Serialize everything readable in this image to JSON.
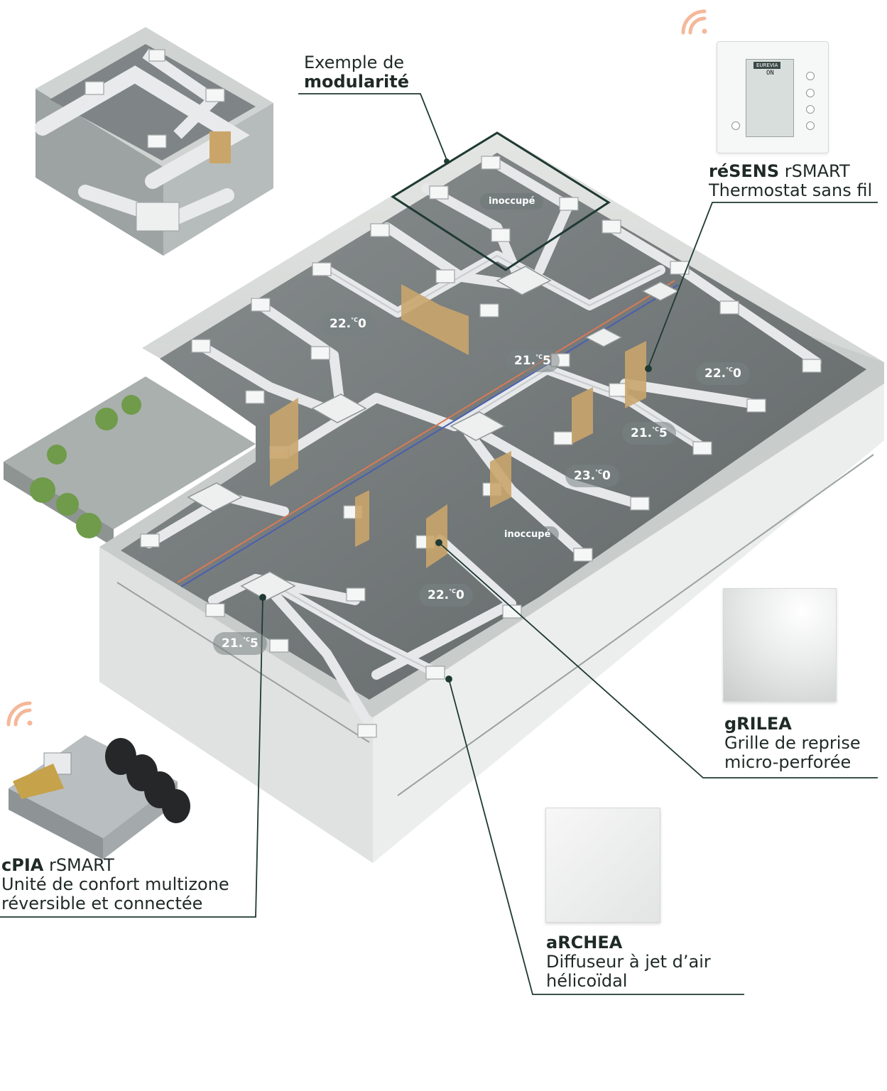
{
  "labels": {
    "modularite": {
      "line1": "Exemple de",
      "line2": "modularité"
    },
    "resens": {
      "name_bold": "réSENS",
      "name_rest": " rSMART",
      "desc": "Thermostat sans fil"
    },
    "grilea": {
      "name_bold": "gRILEA",
      "desc1": "Grille de reprise",
      "desc2": "micro-perforée"
    },
    "archea": {
      "name_bold": "aRCHEA",
      "desc1": "Diffuseur à jet d’air",
      "desc2": "hélicoïdal"
    },
    "cpia": {
      "name_bold": "cPIA",
      "name_rest": " rSMART",
      "desc1": "Unité de confort multizone",
      "desc2": "réversible et connectée"
    }
  },
  "thermostat": {
    "brand": "EUREVIA",
    "state": "ON"
  },
  "zones": [
    {
      "main": "22.",
      "dec": "0",
      "unit": "°C"
    },
    {
      "main": "21.",
      "dec": "5",
      "unit": "°C"
    },
    {
      "main": "22.",
      "dec": "0",
      "unit": "°C"
    },
    {
      "main": "21.",
      "dec": "5",
      "unit": "°C"
    },
    {
      "main": "23.",
      "dec": "0",
      "unit": "°C"
    },
    {
      "main": "22.",
      "dec": "0",
      "unit": "°C"
    },
    {
      "main": "21.",
      "dec": "5",
      "unit": "°C"
    }
  ],
  "unoccupied": [
    "inoccupé",
    "inoccupé"
  ],
  "icons": {
    "wifi": "wifi-icon"
  },
  "colors": {
    "accent": "#1f3a33",
    "wifi": "#f4b89a",
    "floor": "#7a7f80",
    "duct": "#e6e8ea"
  }
}
